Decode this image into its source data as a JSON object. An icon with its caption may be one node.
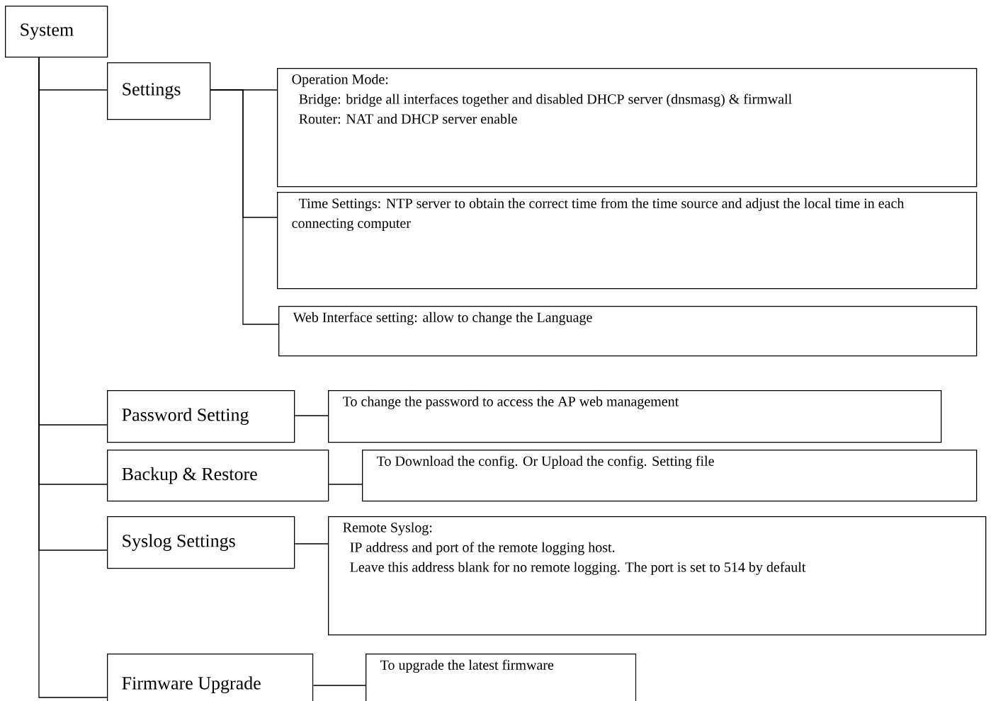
{
  "diagram": {
    "nodes": [
      {
        "text": [
          "System"
        ]
      },
      {
        "text": [
          "Settings"
        ]
      },
      {
        "text": [
          "Operation Mode:",
          "Bridge: bridge all interfaces together and disabled DHCP server (dnsmasg) & firmwall",
          "Router: NAT and DHCP server enable"
        ]
      },
      {
        "text": [
          "Time Settings: NTP server to obtain the correct time from the time source and adjust the local time in each connecting computer"
        ]
      },
      {
        "text": [
          "Web Interface setting: allow to change the Language"
        ]
      },
      {
        "text": [
          "Password Setting"
        ]
      },
      {
        "text": [
          "To change the password to access the AP web management"
        ]
      },
      {
        "text": [
          "Backup & Restore"
        ]
      },
      {
        "text": [
          "To Download the config. Or Upload the config. Setting file"
        ]
      },
      {
        "text": [
          "Syslog Settings"
        ]
      },
      {
        "text": [
          "Remote Syslog:",
          "IP address and port of the remote logging host.",
          "Leave this address blank for no remote logging. The port is set to 514 by default"
        ]
      },
      {
        "text": [
          "Firmware Upgrade"
        ]
      },
      {
        "text": [
          "To upgrade the latest firmware"
        ]
      }
    ],
    "edges": [
      {
        "from": 0,
        "to": 1,
        "arrow": "none"
      },
      {
        "from": 0,
        "to": 5,
        "arrow": "none"
      },
      {
        "from": 0,
        "to": 7,
        "arrow": "none"
      },
      {
        "from": 0,
        "to": 9,
        "arrow": "none"
      },
      {
        "from": 0,
        "to": 11,
        "arrow": "none"
      },
      {
        "from": 1,
        "to": 2,
        "arrow": "none"
      },
      {
        "from": 1,
        "to": 3,
        "arrow": "none"
      },
      {
        "from": 1,
        "to": 4,
        "arrow": "none"
      },
      {
        "from": 5,
        "to": 6,
        "arrow": "none"
      },
      {
        "from": 7,
        "to": 8,
        "arrow": "none"
      },
      {
        "from": 9,
        "to": 10,
        "arrow": "none"
      },
      {
        "from": 11,
        "to": 12,
        "arrow": "none"
      }
    ]
  }
}
